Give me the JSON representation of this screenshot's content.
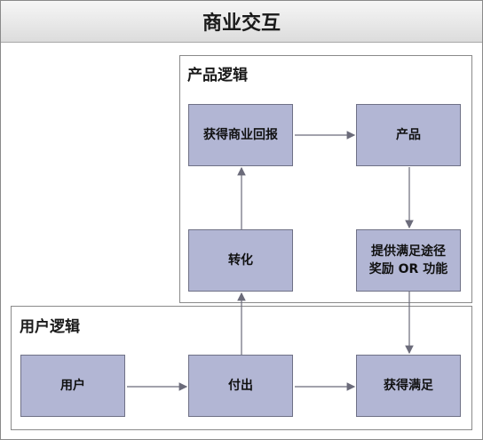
{
  "title": "商业交互",
  "groups": {
    "product_logic": "产品逻辑",
    "user_logic": "用户逻辑"
  },
  "nodes": {
    "reward": "获得商业回报",
    "product": "产品",
    "conversion": "转化",
    "offer": "提供满足途径\n奖励 OR 功能",
    "user": "用户",
    "pay": "付出",
    "satisfaction": "获得满足"
  },
  "edges": [
    {
      "from": "user",
      "to": "pay"
    },
    {
      "from": "pay",
      "to": "satisfaction"
    },
    {
      "from": "pay",
      "to": "conversion"
    },
    {
      "from": "conversion",
      "to": "reward"
    },
    {
      "from": "reward",
      "to": "product"
    },
    {
      "from": "product",
      "to": "offer"
    },
    {
      "from": "offer",
      "to": "satisfaction"
    }
  ],
  "colors": {
    "node_fill": "#b2b6d4",
    "node_border": "#6f7186",
    "arrow": "#6b6b7a"
  }
}
